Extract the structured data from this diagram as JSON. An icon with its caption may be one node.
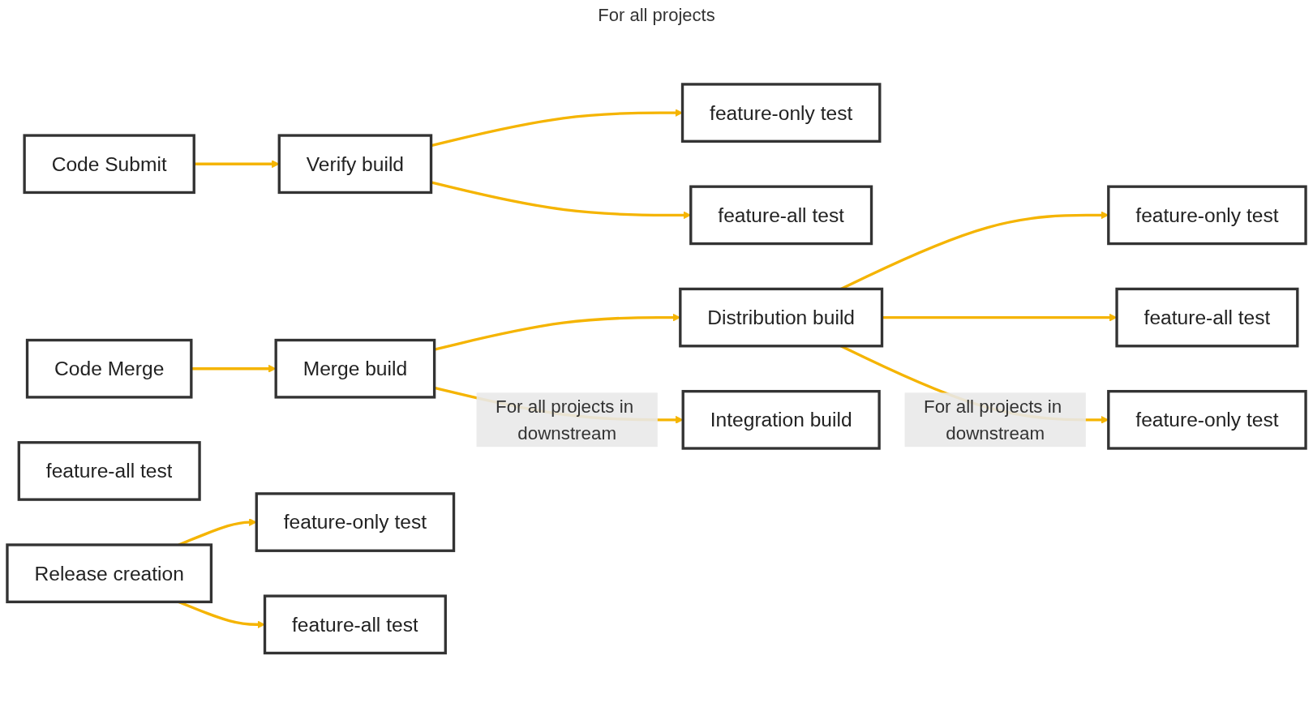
{
  "diagram": {
    "nodes": [
      {
        "text": [
          "Code Submit"
        ]
      },
      {
        "text": [
          "Verify build"
        ]
      },
      {
        "text": [
          "feature-only test"
        ]
      },
      {
        "text": [
          "feature-all test"
        ]
      },
      {
        "text": [
          "Code Merge"
        ]
      },
      {
        "text": [
          "Merge build"
        ]
      },
      {
        "text": [
          "Distribution build"
        ]
      },
      {
        "text": [
          "feature-only test"
        ]
      },
      {
        "text": [
          "feature-all test"
        ]
      },
      {
        "text": [
          "Integration build"
        ]
      },
      {
        "text": [
          "feature-only test"
        ]
      },
      {
        "text": [
          "feature-all test"
        ]
      },
      {
        "text": [
          "Release creation"
        ]
      },
      {
        "text": [
          "feature-only test"
        ]
      },
      {
        "text": [
          "feature-all test"
        ]
      }
    ],
    "edges": [
      {
        "from": 0,
        "to": 1,
        "arrow": "to"
      },
      {
        "from": 1,
        "to": 2,
        "arrow": "to"
      },
      {
        "from": 1,
        "to": 3,
        "arrow": "to"
      },
      {
        "from": 4,
        "to": 5,
        "arrow": "to"
      },
      {
        "from": 5,
        "to": 6,
        "arrow": "to"
      },
      {
        "from": 6,
        "to": 7,
        "arrow": "to"
      },
      {
        "from": 6,
        "to": 8,
        "arrow": "to"
      },
      {
        "from": 5,
        "to": 9,
        "label": "For all projects in downstream",
        "arrow": "to"
      },
      {
        "from": 6,
        "to": 10,
        "label": "For all projects in downstream",
        "arrow": "to"
      },
      {
        "from": 12,
        "to": 13,
        "arrow": "to"
      },
      {
        "from": 12,
        "to": 14,
        "arrow": "to"
      }
    ],
    "labels": [
      "For all projects"
    ]
  }
}
